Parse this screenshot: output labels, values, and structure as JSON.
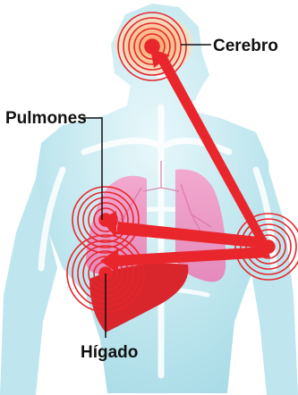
{
  "labels": {
    "brain": "Cerebro",
    "lungs": "Pulmones",
    "liver": "Hígado"
  },
  "colors": {
    "body_light": "#d4f0f6",
    "body_mid": "#9ed8e4",
    "skeleton": "#ffffff",
    "lungs": "#ef9bc6",
    "lungs_dark": "#e07fb0",
    "liver": "#d9252c",
    "arrow": "#e8262c",
    "ripple": "#e8262c",
    "brain_glow": "#f8c89a"
  },
  "icons": [
    "target-ripple-icon",
    "arrow-icon"
  ]
}
